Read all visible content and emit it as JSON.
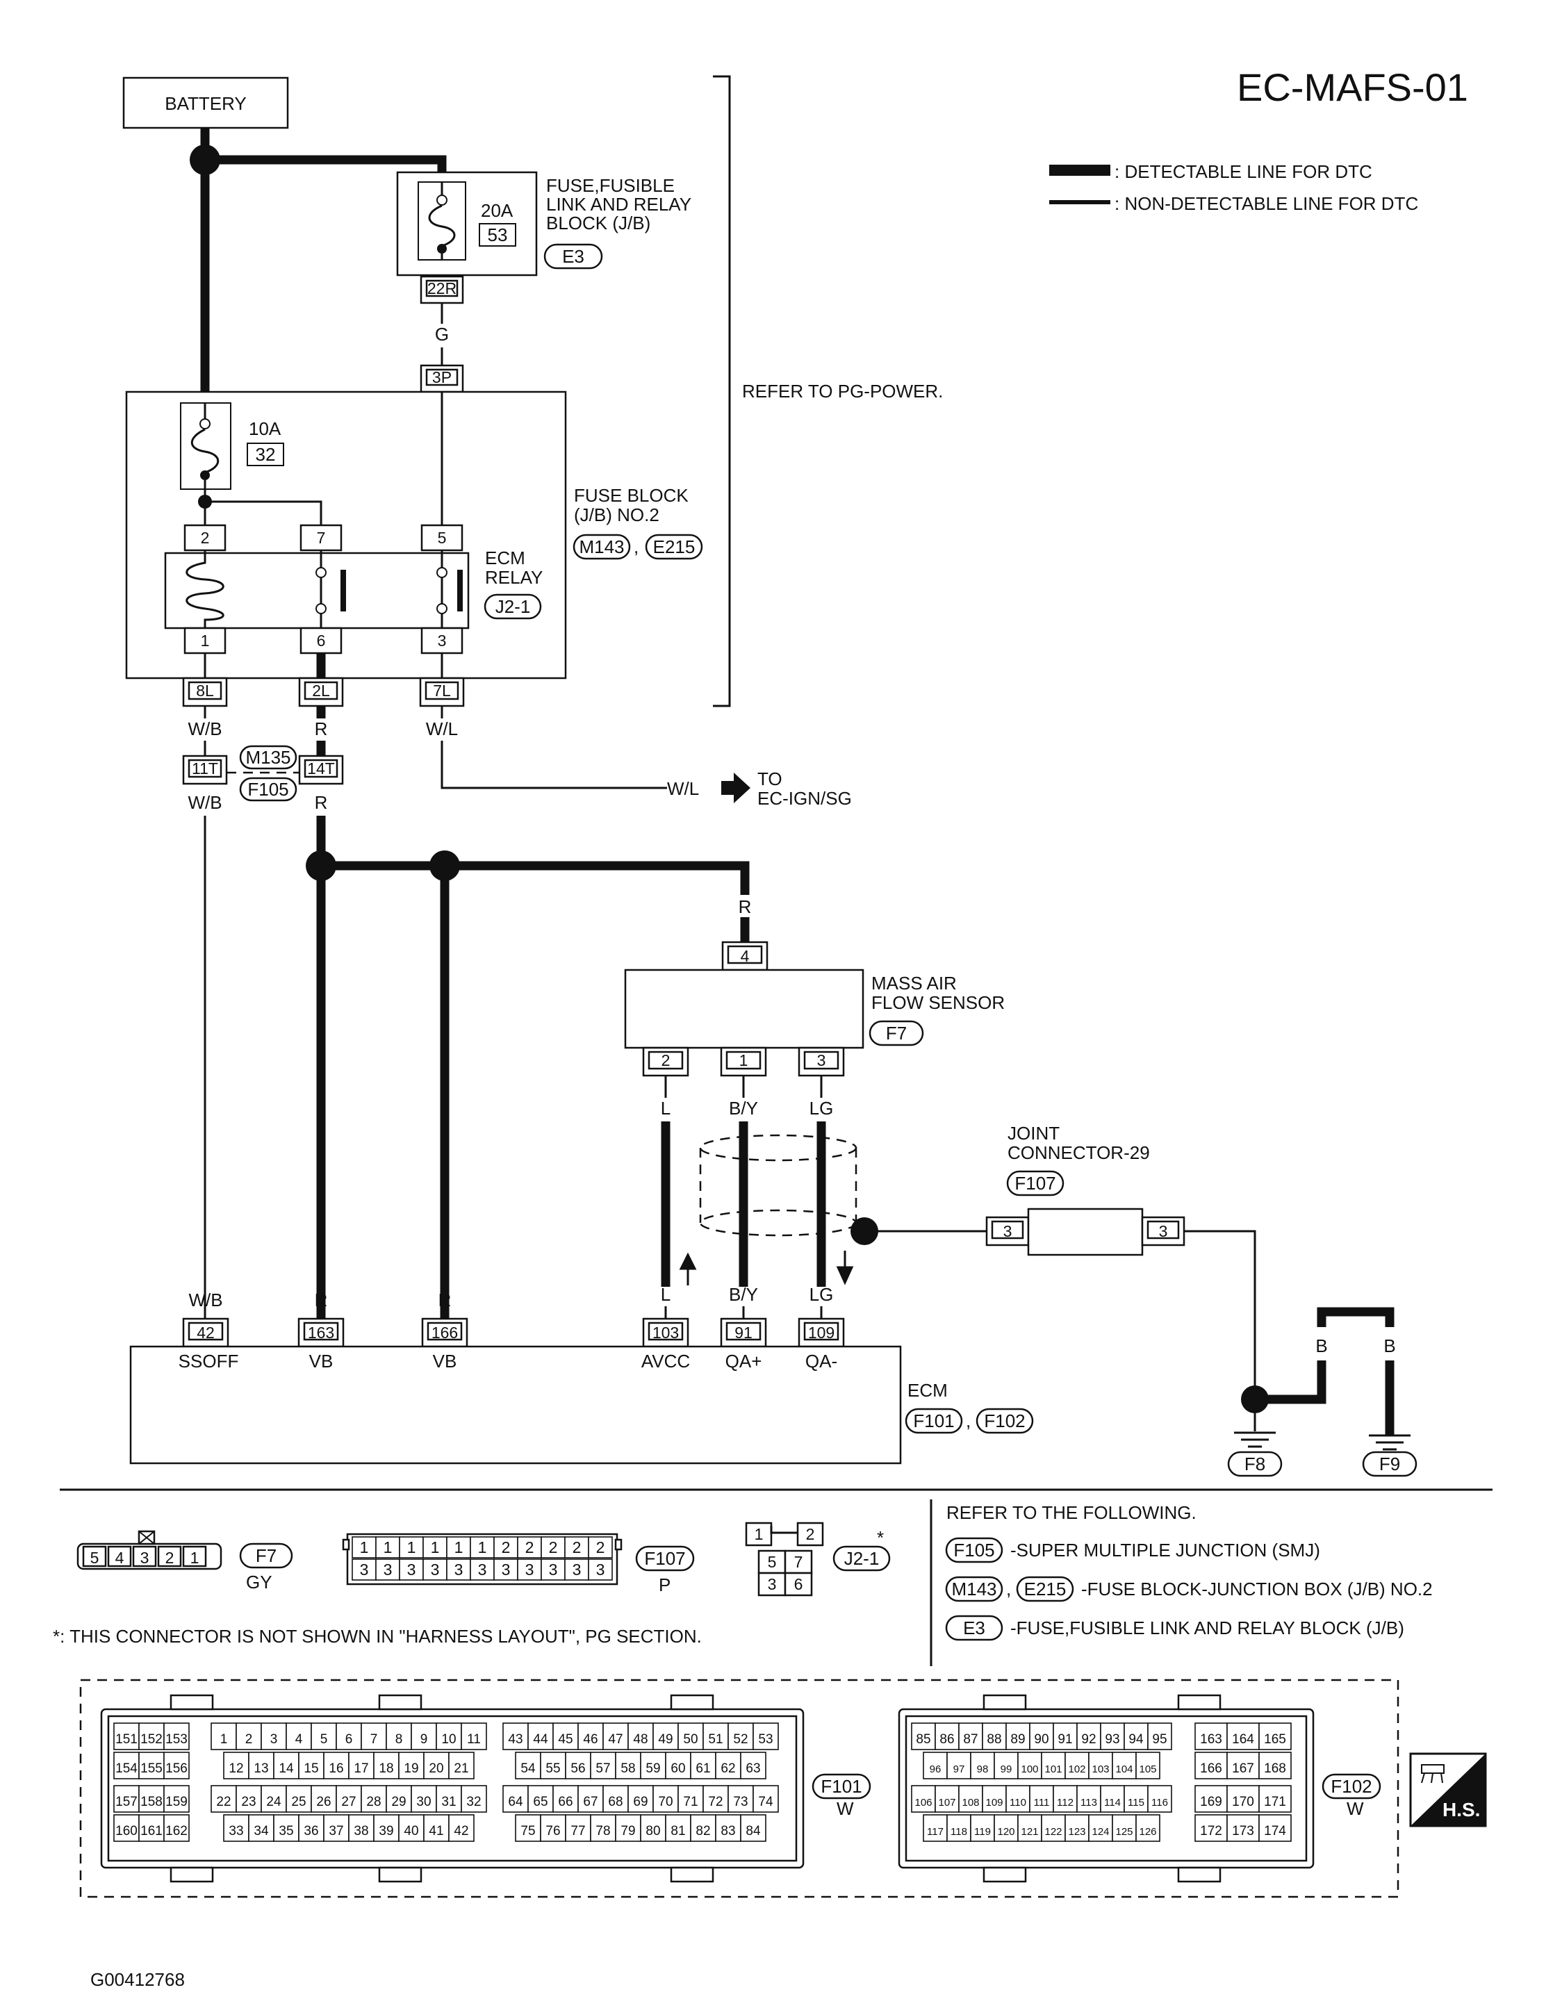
{
  "title": "EC-MAFS-01",
  "legend": {
    "detectable": ": DETECTABLE LINE FOR DTC",
    "non_detectable": ": NON-DETECTABLE LINE FOR DTC"
  },
  "battery": "BATTERY",
  "refer_power": "REFER TO PG-POWER.",
  "fusible_block": {
    "line1": "FUSE,FUSIBLE",
    "line2": "LINK AND RELAY",
    "line3": "BLOCK (J/B)",
    "conn": "E3",
    "fuse_amp": "20A",
    "fuse_no": "53",
    "out_pin": "22R"
  },
  "wire_g": "G",
  "pin_3p": "3P",
  "fuse_block": {
    "line1": "FUSE BLOCK",
    "line2": "(J/B) NO.2",
    "conn1": "M143",
    "sep": ",",
    "conn2": "E215",
    "fuse_amp": "10A",
    "fuse_no": "32",
    "out_pins": [
      "8L",
      "2L",
      "7L"
    ]
  },
  "ecm_relay": {
    "line1": "ECM",
    "line2": "RELAY",
    "conn": "J2-1",
    "top_pins": [
      "2",
      "7",
      "5"
    ],
    "bottom_pins": [
      "1",
      "6",
      "3"
    ]
  },
  "wires": {
    "wb": "W/B",
    "r": "R",
    "wl": "W/L",
    "l": "L",
    "by": "B/Y",
    "lg": "LG",
    "b": "B"
  },
  "smj": {
    "pin1": "11T",
    "pin2": "14T",
    "conn1": "M135",
    "conn2": "F105"
  },
  "to_ign": {
    "wire": "W/L",
    "line1": "TO",
    "line2": "EC-IGN/SG"
  },
  "maf": {
    "line1": "MASS AIR",
    "line2": "FLOW SENSOR",
    "conn": "F7",
    "top_pin": "4",
    "pins": [
      "2",
      "1",
      "3"
    ]
  },
  "joint": {
    "line1": "JOINT",
    "line2": "CONNECTOR-29",
    "conn": "F107",
    "pin_l": "3",
    "pin_r": "3"
  },
  "ecm": {
    "label": "ECM",
    "conn1": "F101",
    "sep": ",",
    "conn2": "F102",
    "pins": [
      {
        "no": "42",
        "name": "SSOFF"
      },
      {
        "no": "163",
        "name": "VB"
      },
      {
        "no": "166",
        "name": "VB"
      },
      {
        "no": "103",
        "name": "AVCC"
      },
      {
        "no": "91",
        "name": "QA+"
      },
      {
        "no": "109",
        "name": "QA-"
      }
    ]
  },
  "grounds": [
    "F8",
    "F9"
  ],
  "connectors": {
    "f7_pins": [
      "5",
      "4",
      "3",
      "2",
      "1"
    ],
    "f7_name": "F7",
    "f7_color": "GY",
    "f107_top": [
      "1",
      "1",
      "1",
      "1",
      "1",
      "1",
      "2",
      "2",
      "2",
      "2",
      "2"
    ],
    "f107_bottom": [
      "3",
      "3",
      "3",
      "3",
      "3",
      "3",
      "3",
      "3",
      "3",
      "3",
      "3"
    ],
    "f107_name": "F107",
    "f107_color": "P",
    "j21_pins": [
      "1",
      "2",
      "5",
      "7",
      "3",
      "6"
    ],
    "j21_name": "J2-1",
    "j21_star": "*"
  },
  "footnote": "*: THIS CONNECTOR IS NOT SHOWN IN \"HARNESS LAYOUT\", PG SECTION.",
  "refer_following": {
    "heading": "REFER TO THE FOLLOWING.",
    "items": [
      {
        "conn": "F105",
        "text": "-SUPER MULTIPLE JUNCTION (SMJ)"
      },
      {
        "conn": "M143",
        "conn2": "E215",
        "text": "-FUSE BLOCK-JUNCTION BOX (J/B) NO.2"
      },
      {
        "conn": "E3",
        "text": "-FUSE,FUSIBLE LINK AND RELAY BLOCK (J/B)"
      }
    ]
  },
  "f101": {
    "name": "F101",
    "color": "W",
    "grid": [
      [
        "151",
        "152",
        "153",
        "154",
        "155",
        "156",
        "157",
        "158",
        "159",
        "160",
        "161",
        "162"
      ],
      [
        "1",
        "2",
        "3",
        "4",
        "5",
        "6",
        "7",
        "8",
        "9",
        "10",
        "11"
      ],
      [
        "12",
        "13",
        "14",
        "15",
        "16",
        "17",
        "18",
        "19",
        "20",
        "21"
      ],
      [
        "22",
        "23",
        "24",
        "25",
        "26",
        "27",
        "28",
        "29",
        "30",
        "31",
        "32"
      ],
      [
        "33",
        "34",
        "35",
        "36",
        "37",
        "38",
        "39",
        "40",
        "41",
        "42"
      ],
      [
        "43",
        "44",
        "45",
        "46",
        "47",
        "48",
        "49",
        "50",
        "51",
        "52",
        "53"
      ],
      [
        "54",
        "55",
        "56",
        "57",
        "58",
        "59",
        "60",
        "61",
        "62",
        "63"
      ],
      [
        "64",
        "65",
        "66",
        "67",
        "68",
        "69",
        "70",
        "71",
        "72",
        "73",
        "74"
      ],
      [
        "75",
        "76",
        "77",
        "78",
        "79",
        "80",
        "81",
        "82",
        "83",
        "84"
      ]
    ]
  },
  "f102": {
    "name": "F102",
    "color": "W",
    "grid": [
      [
        "85",
        "86",
        "87",
        "88",
        "89",
        "90",
        "91",
        "92",
        "93",
        "94",
        "95"
      ],
      [
        "96",
        "97",
        "98",
        "99",
        "100",
        "101",
        "102",
        "103",
        "104",
        "105"
      ],
      [
        "106",
        "107",
        "108",
        "109",
        "110",
        "111",
        "112",
        "113",
        "114",
        "115",
        "116"
      ],
      [
        "117",
        "118",
        "119",
        "120",
        "121",
        "122",
        "123",
        "124",
        "125",
        "126"
      ],
      [
        "163",
        "164",
        "165",
        "166",
        "167",
        "168",
        "169",
        "170",
        "171",
        "172",
        "173",
        "174"
      ]
    ]
  },
  "hs": "H.S.",
  "image_code": "G00412768"
}
